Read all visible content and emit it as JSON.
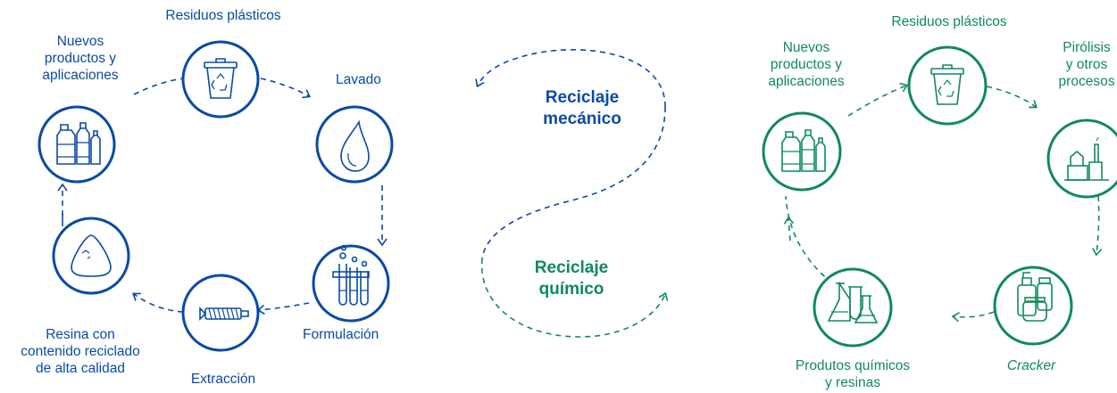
{
  "colors": {
    "mechanical": "#0a4aa6",
    "chemical": "#0f8a5a"
  },
  "mechanical_cycle": {
    "title": "Reciclaje\nmecánico",
    "steps": [
      {
        "label": "Residuos plásticos",
        "icon": "recycle-bin-icon"
      },
      {
        "label": "Lavado",
        "icon": "water-drop-icon"
      },
      {
        "label": "Formulación",
        "icon": "test-tubes-icon"
      },
      {
        "label": "Extracción",
        "icon": "extruder-screw-icon"
      },
      {
        "label": "Resina con\ncontenido reciclado\nde alta calidad",
        "icon": "resin-pellet-icon"
      },
      {
        "label": "Nuevos\nproductos y\naplicaciones",
        "icon": "bottles-icon"
      }
    ]
  },
  "chemical_cycle": {
    "title": "Reciclaje\nquímico",
    "steps": [
      {
        "label": "Residuos plásticos",
        "icon": "recycle-bin-icon"
      },
      {
        "label": "Pirólisis\ny otros\nprocesos",
        "icon": "factory-icon"
      },
      {
        "label": "Cracker",
        "icon": "cosmetic-containers-icon"
      },
      {
        "label": "Produtos químicos\ny resinas",
        "icon": "flasks-icon"
      },
      {
        "label": "Nuevos\nproductos y\naplicaciones",
        "icon": "bottles-icon"
      }
    ]
  }
}
